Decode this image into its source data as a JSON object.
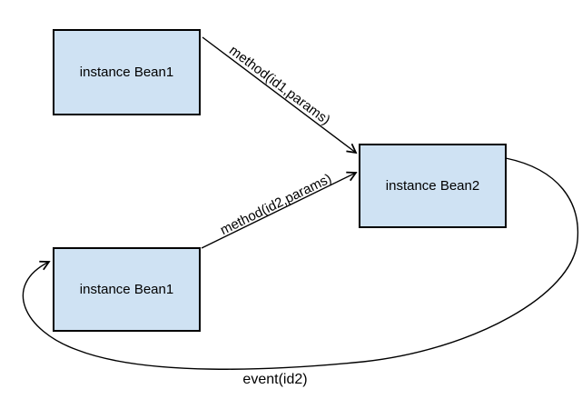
{
  "diagram": {
    "colors": {
      "background": "#ffffff",
      "node_fill": "#cfe2f3",
      "node_border": "#000000",
      "edge_stroke": "#000000",
      "text": "#000000"
    },
    "nodes": [
      {
        "id": "bean1-top",
        "label": "instance Bean1"
      },
      {
        "id": "bean2",
        "label": "instance Bean2"
      },
      {
        "id": "bean1-bottom",
        "label": "instance Bean1"
      }
    ],
    "edges": [
      {
        "id": "method-id1",
        "label": "method(id1,params)",
        "from": "bean1-top",
        "to": "bean2",
        "type": "straight-arrow"
      },
      {
        "id": "method-id2",
        "label": "method(id2,params)",
        "from": "bean1-bottom",
        "to": "bean2",
        "type": "straight-arrow"
      },
      {
        "id": "event-id2",
        "label": "event(id2)",
        "from": "bean2",
        "to": "bean1-bottom",
        "type": "curved-arrow"
      }
    ]
  }
}
